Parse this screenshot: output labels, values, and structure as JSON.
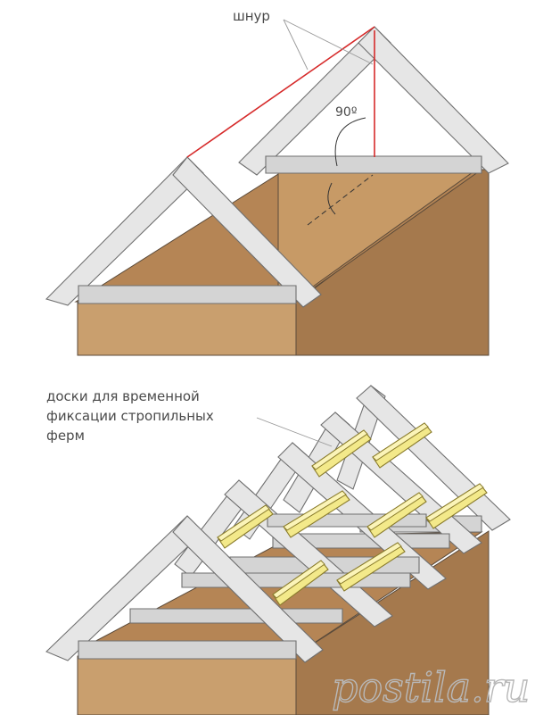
{
  "top_diagram": {
    "cord_label": "шнур",
    "angle_label": "90º"
  },
  "bottom_diagram": {
    "boards_label_lines": [
      "доски  для временной",
      "фиксации стропильных",
      "ферм"
    ]
  },
  "watermark": "postila.ru",
  "colors": {
    "cord": "#d62a2a",
    "wall": "#c99f6e",
    "truss": "#e6e6e6",
    "board": "#f3e98a"
  }
}
